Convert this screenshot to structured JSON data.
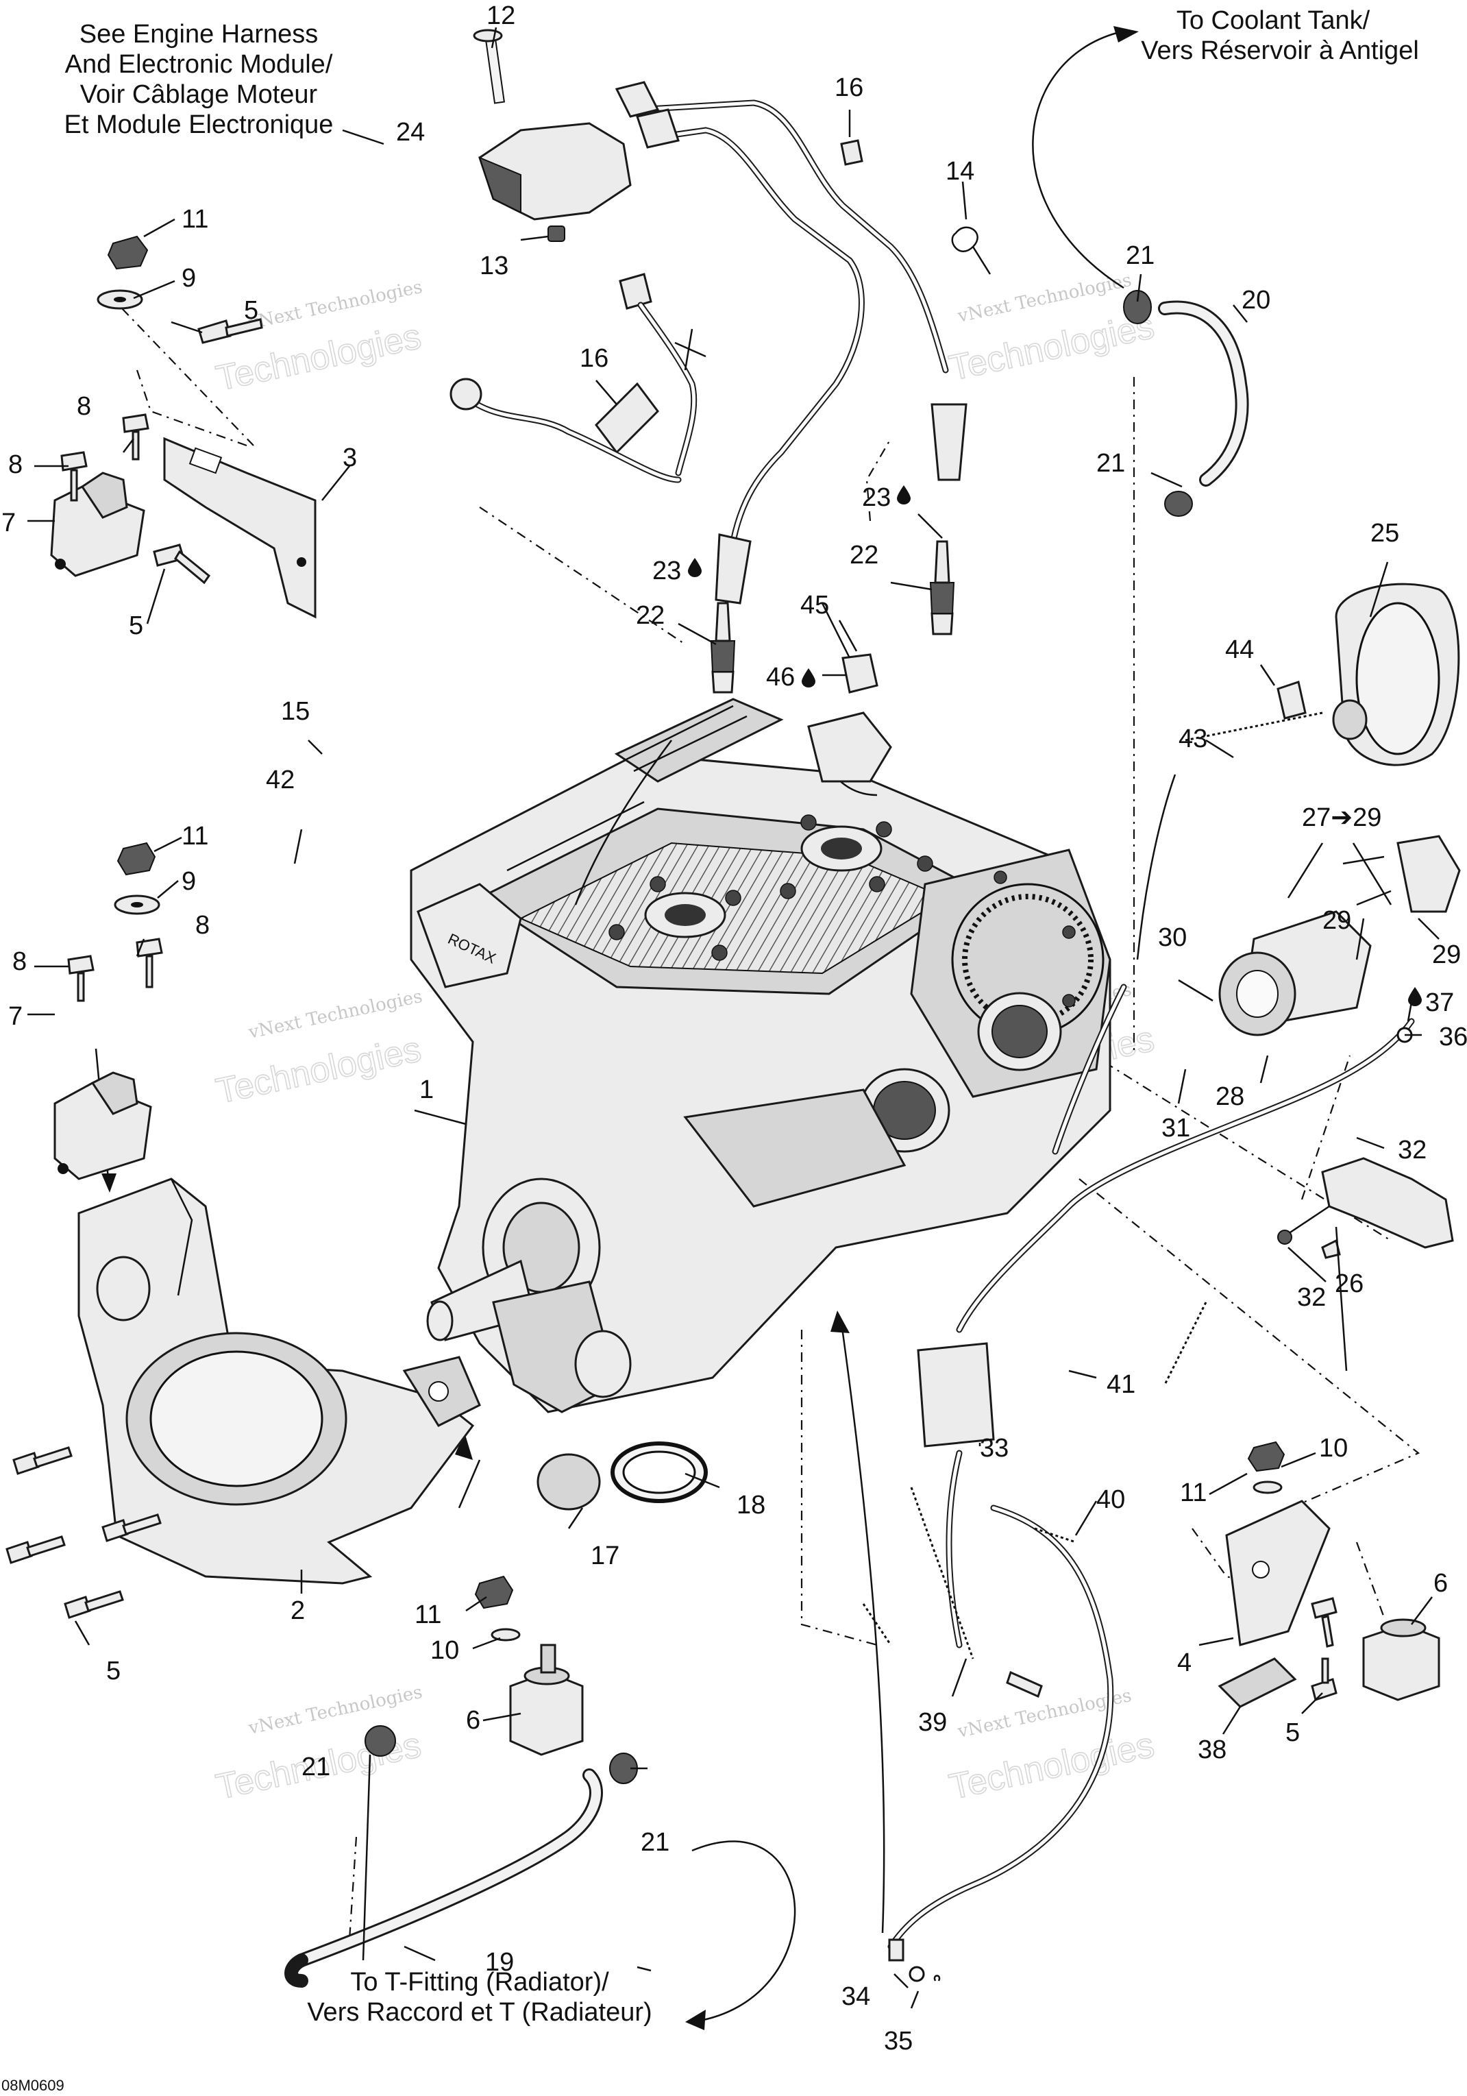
{
  "notes": {
    "harness": [
      "See Engine Harness",
      "And Electronic Module/",
      "Voir Câblage Moteur",
      "Et Module Electronique"
    ],
    "coolant": [
      "To Coolant Tank/",
      "Vers Réservoir à Antigel"
    ],
    "tfitting": [
      "To T-Fitting (Radiator)/",
      "Vers Raccord et T (Radiateur)"
    ]
  },
  "diagram_code": "08M0609",
  "watermark": {
    "line1": "vNext Technologies",
    "line2": "Technologies"
  },
  "callouts": {
    "c1": "1",
    "c2": "2",
    "c3": "3",
    "c4": "4",
    "c5a": "5",
    "c5b": "5",
    "c5c": "5",
    "c5d": "5",
    "c6a": "6",
    "c6b": "6",
    "c7a": "7",
    "c7b": "7",
    "c8a": "8",
    "c8b": "8",
    "c8c": "8",
    "c8d": "8",
    "c9a": "9",
    "c9b": "9",
    "c10a": "10",
    "c10b": "10",
    "c11a": "11",
    "c11b": "11",
    "c11c": "11",
    "c11d": "11",
    "c12": "12",
    "c13": "13",
    "c14": "14",
    "c15": "15",
    "c16a": "16",
    "c16b": "16",
    "c17": "17",
    "c18": "18",
    "c19": "19",
    "c20": "20",
    "c21a": "21",
    "c21b": "21",
    "c21c": "21",
    "c21d": "21",
    "c22a": "22",
    "c22b": "22",
    "c23a": "23",
    "c23b": "23",
    "c24": "24",
    "c25": "25",
    "c26": "26",
    "c27": "27➔29",
    "c28": "28",
    "c29a": "29",
    "c29b": "29",
    "c30": "30",
    "c31": "31",
    "c32a": "32",
    "c32b": "32",
    "c33": "33",
    "c34": "34",
    "c35": "35",
    "c36": "36",
    "c37": "37",
    "c38": "38",
    "c39": "39",
    "c40": "40",
    "c41": "41",
    "c42": "42",
    "c43": "43",
    "c44": "44",
    "c45": "45",
    "c46": "46"
  }
}
